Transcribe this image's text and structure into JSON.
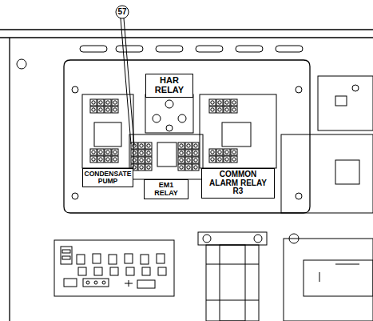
{
  "diagram": {
    "nodes": [
      {
        "text": [
          "HAR RELAY"
        ]
      },
      {
        "text": [
          "CONDENSATE PUMP"
        ]
      },
      {
        "text": [
          "EM1 RELAY"
        ]
      },
      {
        "text": [
          "COMMON ALARM RELAY R3"
        ]
      }
    ],
    "labels": [
      "57"
    ]
  }
}
